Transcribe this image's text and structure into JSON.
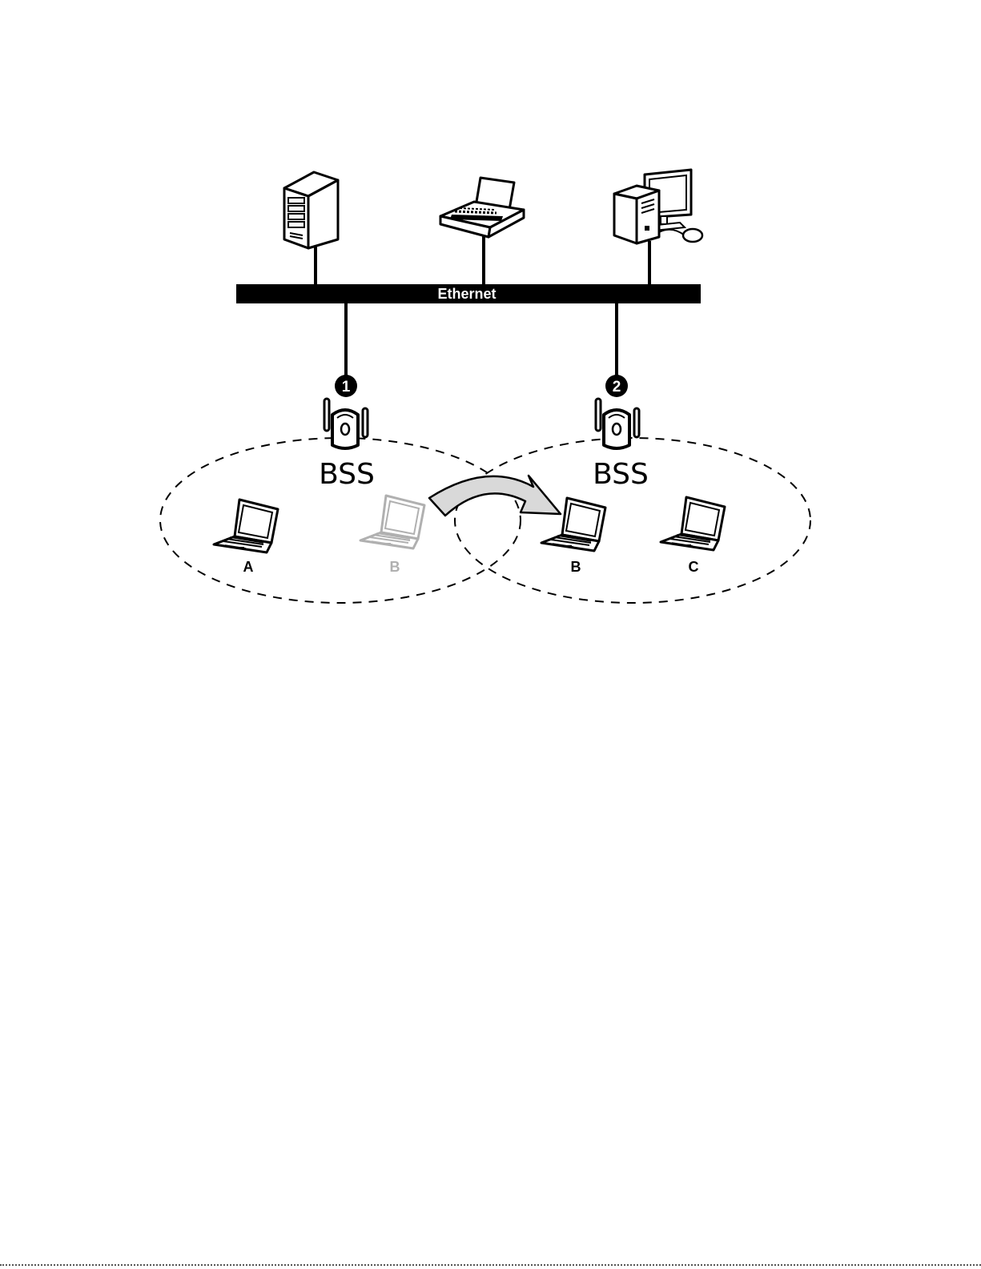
{
  "bus": {
    "label": "Ethernet"
  },
  "devices": {
    "server": "server-icon",
    "printer": "printer-icon",
    "workstation": "desktop-computer-icon"
  },
  "access_points": [
    {
      "number": "1",
      "bss_label": "BSS"
    },
    {
      "number": "2",
      "bss_label": "BSS"
    }
  ],
  "stations": [
    {
      "label": "A"
    },
    {
      "label": "B",
      "state": "before roaming (faded)"
    },
    {
      "label": "B"
    },
    {
      "label": "C"
    }
  ],
  "colors": {
    "ink": "#000000",
    "faded": "#b0b0b0",
    "arrow_fill": "#d9d9d9",
    "paper": "#ffffff"
  }
}
